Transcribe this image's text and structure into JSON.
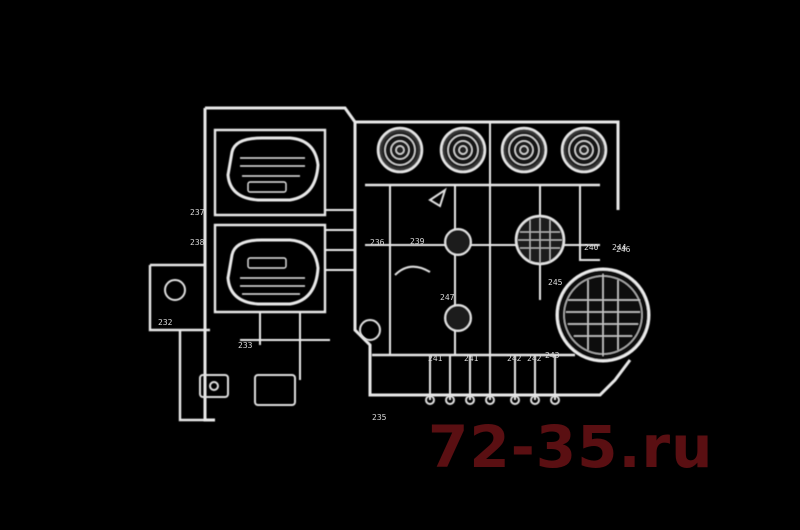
{
  "photo": {
    "subject": "clear plastic model kit sprue with lenses and headlamps",
    "part_numbers": [
      "239",
      "240",
      "241",
      "241",
      "242",
      "242",
      "243",
      "244",
      "245",
      "246",
      "247",
      "236",
      "237",
      "238",
      "235",
      "232",
      "233"
    ],
    "watermark": "72-35.ru"
  },
  "colors": {
    "background": "#000000",
    "plastic": "#e6e6e6",
    "plastic_shade": "#9a9a9a",
    "watermark": "#5a0f12"
  }
}
